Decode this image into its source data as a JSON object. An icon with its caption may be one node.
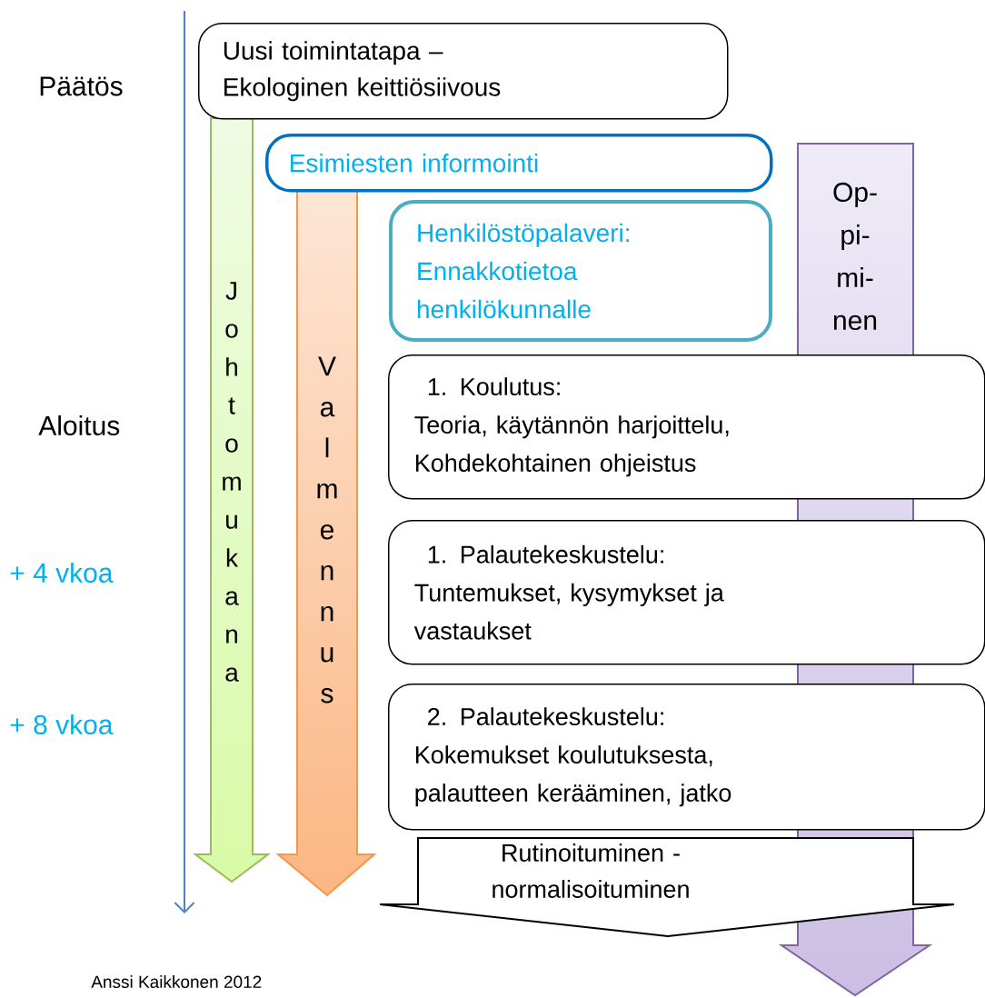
{
  "diagram": {
    "nodes": [
      {
        "text": [
          "Uusi toimintatapa – Ekologinen keittiösiivous"
        ]
      },
      {
        "text": [
          "Esimiesten informointi"
        ]
      },
      {
        "text": [
          "Henkilöstöpalaveri: Ennakkotietoa henkilökunnalle"
        ]
      },
      {
        "text": [
          "1. Koulutus:",
          "Teoria, käytännön harjoittelu, Kohdekohtainen ohjeistus"
        ]
      },
      {
        "text": [
          "1. Palautekeskustelu:",
          "Tuntemukset, kysymykset ja vastaukset"
        ]
      },
      {
        "text": [
          "2. Palautekeskustelu:",
          "Kokemukset koulutuksesta, palautteen kerääminen, jatko"
        ]
      },
      {
        "text": [
          "Rutinoituminen - normalisoituminen"
        ]
      },
      {
        "text": [
          "Johto mukana"
        ]
      },
      {
        "text": [
          "Valmennus"
        ]
      },
      {
        "text": [
          "Op- pi- mi- nen"
        ]
      }
    ],
    "labels": [
      "Päätös",
      "Aloitus",
      "+ 4 vkoa",
      "+ 8 vkoa",
      "Anssi Kaikkonen 2012"
    ]
  }
}
